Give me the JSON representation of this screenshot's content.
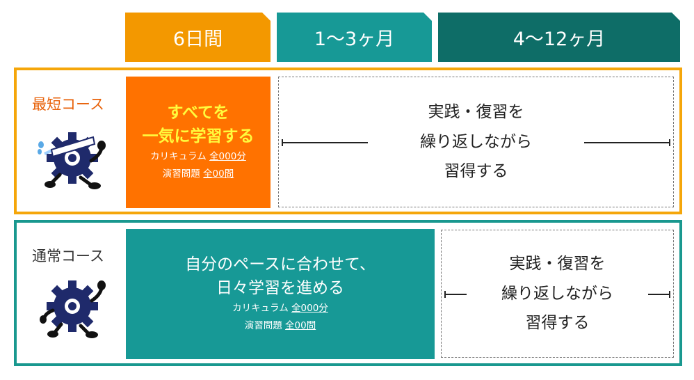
{
  "headers": [
    "6日間",
    "1〜3ヶ月",
    "4〜12ヶ月"
  ],
  "fast": {
    "name": "最短コース",
    "title_lines": [
      "すべてを",
      "一気に学習する"
    ],
    "curriculum_label": "カリキュラム",
    "curriculum_value": "全000分",
    "exercise_label": "演習問題",
    "exercise_value": "全00問",
    "practice_lines": [
      "実践・復習を",
      "繰り返しながら",
      "習得する"
    ]
  },
  "normal": {
    "name": "通常コース",
    "title_lines": [
      "自分のペースに合わせて、",
      "日々学習を進める"
    ],
    "curriculum_label": "カリキュラム",
    "curriculum_value": "全000分",
    "exercise_label": "演習問題",
    "exercise_value": "全00問",
    "practice_lines": [
      "実践・復習を",
      "繰り返しながら",
      "習得する"
    ]
  },
  "colors": {
    "header_6days": "#f39800",
    "header_1_3": "#179996",
    "header_4_12": "#0e6d67",
    "fast_border": "#f5a60a",
    "fast_fill": "#ff7200",
    "fast_title": "#fffb3d",
    "normal_border": "#19988f",
    "normal_fill": "#179996",
    "gear": "#1f2a6b"
  },
  "icons": [
    "running-gear-mascot-icon",
    "walking-gear-mascot-icon",
    "left-arrow-icon",
    "right-arrow-icon"
  ]
}
